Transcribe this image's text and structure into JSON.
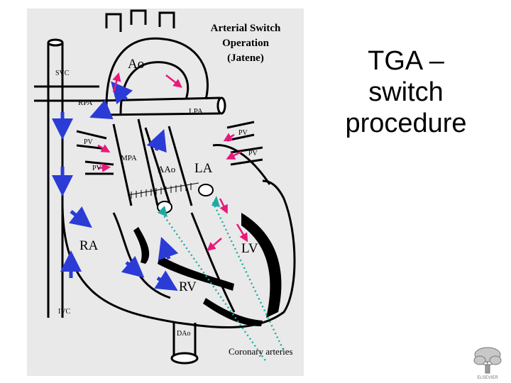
{
  "slide": {
    "title_lines": [
      "TGA –",
      "switch",
      "procedure"
    ]
  },
  "diagram": {
    "caption_lines": [
      "Arterial Switch",
      "Operation",
      "(Jatene)"
    ],
    "labels": {
      "ao": "Ao",
      "svc": "SVC",
      "rpa": "RPA",
      "lpa": "LPA",
      "pv_upper_left": "PV",
      "pv_lower_left": "PV",
      "pv_upper_right": "PV",
      "pv_lower_right": "PV",
      "mpa": "MPA",
      "aao": "AAo",
      "la": "LA",
      "ra": "RA",
      "lv": "LV",
      "rv": "RV",
      "ivc": "IVC",
      "dao": "DAo",
      "coronary": "Coronary arteries"
    },
    "colors": {
      "blue_arrow": "#2b3bd6",
      "red_arrow": "#e8197a",
      "coronary_line": "#1fa9a3",
      "wall": "#000000",
      "panel": "#e9e9e9"
    }
  },
  "logo": {
    "text": "ELSEVIER"
  }
}
